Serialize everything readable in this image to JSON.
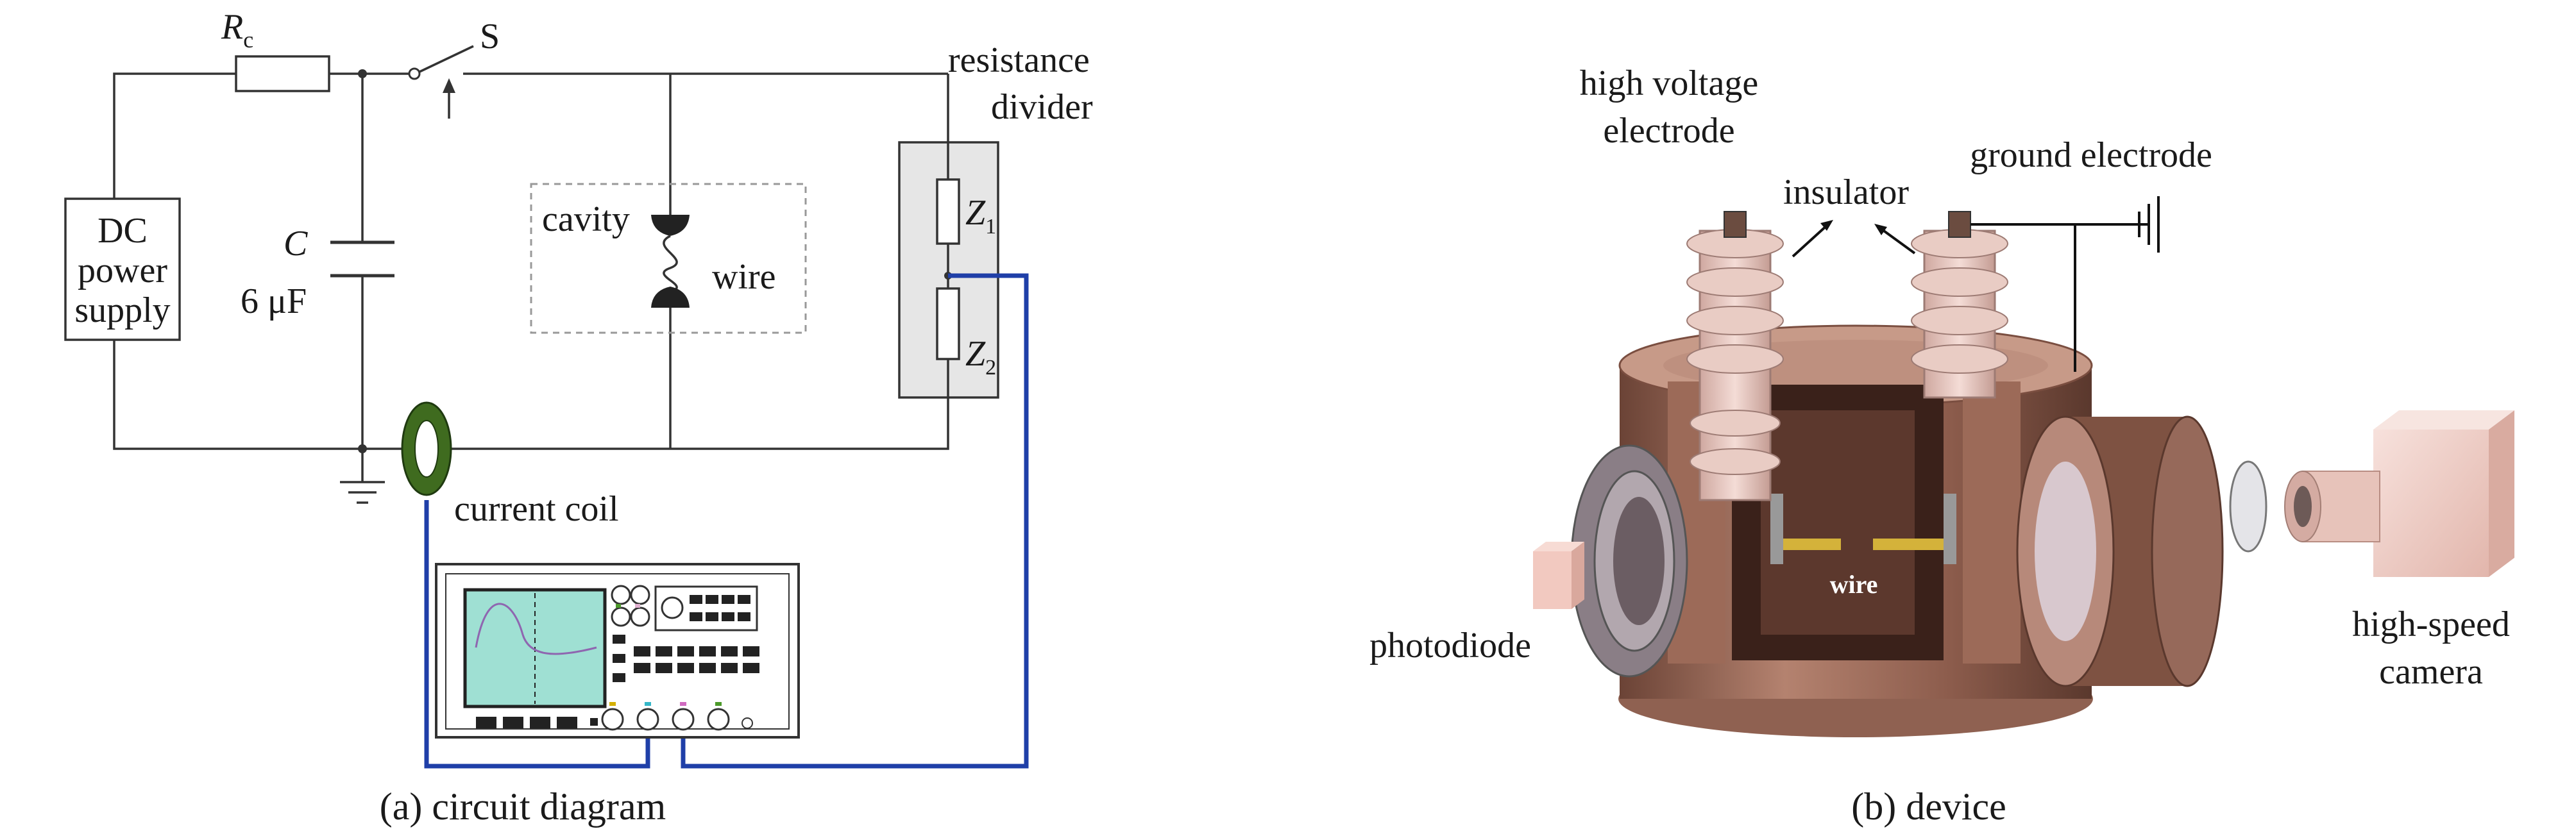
{
  "circuit": {
    "caption": "(a) circuit diagram",
    "rc_main": "R",
    "rc_sub": "c",
    "switch": "S",
    "dc_line1": "DC",
    "dc_line2": "power",
    "dc_line3": "supply",
    "cap_symbol": "C",
    "cap_value": "6 μF",
    "cavity": "cavity",
    "wire": "wire",
    "divider_line1": "resistance",
    "divider_line2": "divider",
    "z1_main": "Z",
    "z1_sub": "1",
    "z2_main": "Z",
    "z2_sub": "2",
    "current_coil": "current coil"
  },
  "device": {
    "caption": "(b) device",
    "hv_line1": "high voltage",
    "hv_line2": "electrode",
    "insulator": "insulator",
    "ground_electrode": "ground electrode",
    "photodiode": "photodiode",
    "wire": "wire",
    "camera_line1": "high-speed",
    "camera_line2": "camera"
  },
  "colors": {
    "coax": "#1f3fa8",
    "coil": "#3f6b1f",
    "chamber": "#a57462",
    "scope_screen": "#9fe0d3"
  }
}
